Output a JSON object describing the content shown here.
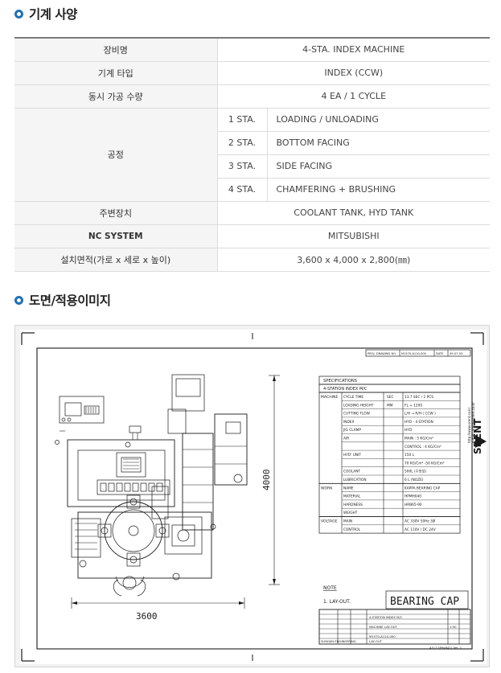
{
  "sections": {
    "spec_title": "기계 사양",
    "drawing_title": "도면/적용이미지"
  },
  "spec": {
    "rows": [
      {
        "label": "장비명",
        "value": "4-STA. INDEX MACHINE"
      },
      {
        "label": "기계 타입",
        "value": "INDEX (CCW)"
      },
      {
        "label": "동시 가공 수량",
        "value": "4 EA / 1 CYCLE"
      }
    ],
    "process": {
      "label": "공정",
      "stations": [
        {
          "sta": "1 STA.",
          "desc": "LOADING / UNLOADING"
        },
        {
          "sta": "2 STA.",
          "desc": "BOTTOM FACING"
        },
        {
          "sta": "3 STA.",
          "desc": "SIDE FACING"
        },
        {
          "sta": "4 STA.",
          "desc": "CHAMFERING + BRUSHING"
        }
      ]
    },
    "rows_after": [
      {
        "label": "주변장치",
        "value": "COOLANT TANK, HYD TANK"
      },
      {
        "label": "NC SYSTEM",
        "value": "MITSUBISHI"
      },
      {
        "label": "설치면적(가로 x 세로 x 높이)",
        "value": "3,600 x 4,000 x 2,800(㎜)"
      }
    ]
  },
  "drawing": {
    "dim_width": "3600",
    "dim_height": "4000",
    "brand": "SRENT",
    "brand_urls": [
      "http://www.srent.co.kr",
      "e-mail: srent@srent.co.kr"
    ],
    "title_block": {
      "header": [
        "PROJ. DRAWING NO.",
        "M1570-A110-000",
        "DATE",
        "09-07-03"
      ],
      "spec_title": "SPECIFICATIONS",
      "spec_subtitle": "4-STATION INDEX M/C",
      "groups": [
        {
          "group": "MACHINE",
          "rows": [
            [
              "CYCLE TIME",
              "SEC",
              "13.7 SEC / 1 PCS"
            ],
            [
              "LOADING HEIGHT",
              "MM",
              "FL + 1200"
            ],
            [
              "CUTTING FLOW",
              "",
              "L/H → R/H ( CCW )"
            ],
            [
              "INDEX",
              "",
              "HYD - 4 STATION"
            ],
            [
              "JIG CLAMP",
              "",
              "HYD"
            ],
            [
              "AIR",
              "",
              "MAIN : 5 KG/Cm²"
            ],
            [
              "",
              "",
              "CONTROL : 4 KG/Cm²"
            ],
            [
              "HYD' UNIT",
              "",
              "150 L"
            ],
            [
              "",
              "",
              "70 KG/Cm² -50 KG/Cm²"
            ],
            [
              "COOLANT",
              "",
              "500L (수용성)"
            ],
            [
              "LUBRICATION",
              "",
              "6 L (NOZE)"
            ]
          ]
        },
        {
          "group": "WORK",
          "rows": [
            [
              "NAME",
              "",
              "KAPPA BEARING CAP"
            ],
            [
              "MATERIAL",
              "",
              "HPMH040"
            ],
            [
              "HARDNESS",
              "",
              "HRB65-90"
            ],
            [
              "WEIGHT",
              "",
              ""
            ]
          ]
        },
        {
          "group": "VOLTAGE",
          "rows": [
            [
              "MAIN",
              "",
              "AC 330V 50Hz 3Ø"
            ],
            [
              "CONTROL",
              "",
              "AC 110V / DC 24V"
            ]
          ]
        }
      ],
      "note_title": "NOTE",
      "note_item": "1. LAY-OUT.",
      "part_name": "BEARING CAP",
      "drawing_name": "4-STATION INDEX M/C",
      "drawing_sub": "MACHINE LAY-OUT",
      "drawing_no": "M1570-A110-000",
      "company": "SUNGJIN ENGINEERING",
      "layout": "LAY-OUT",
      "scale": "1:50",
      "sheet_footer": "A3 (1189x841) Ver. 1"
    }
  },
  "colors": {
    "accent": "#1f6fb8",
    "line": "#1a1a1a"
  }
}
